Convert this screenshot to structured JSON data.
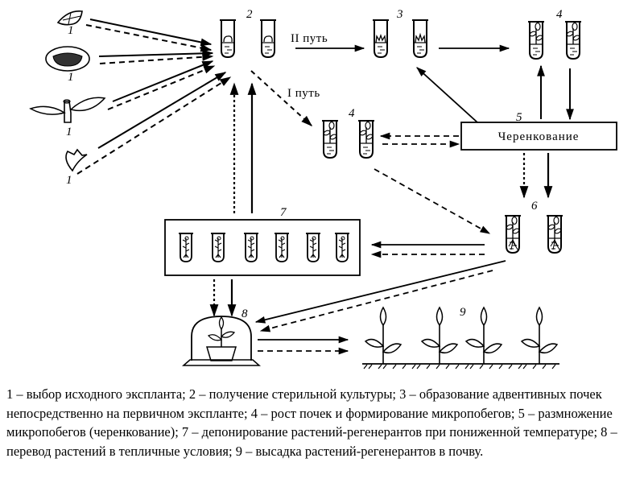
{
  "diagram": {
    "title": "Схема клонального микроразмножения растений",
    "stage_labels": {
      "explant": "1",
      "sterile_culture": "2",
      "adventive_buds": "3",
      "bud_growth": "4",
      "cutting": "5",
      "rooting": "6",
      "deposition": "7",
      "greenhouse": "8",
      "soil_planting": "9"
    },
    "path_labels": {
      "path_two": "II путь",
      "path_one": "I путь"
    },
    "cutting_box_label": "Черенкование",
    "legend": {
      "solid_arrow": "solid",
      "dashed_arrow": "dashed"
    }
  },
  "caption": {
    "text": "1 – выбор исходного экспланта; 2 – получение стерильной культуры; 3 – образование адвентивных почек непосредственно на первичном экспланте; 4 – рост почек и формирование микропобегов; 5 – размножение микропобегов (черенкование); 7 – депонирование растений-регенерантов при пониженной температуре; 8 – перевод растений в тепличные условия; 9 – высадка растений-регенерантов в почву."
  }
}
